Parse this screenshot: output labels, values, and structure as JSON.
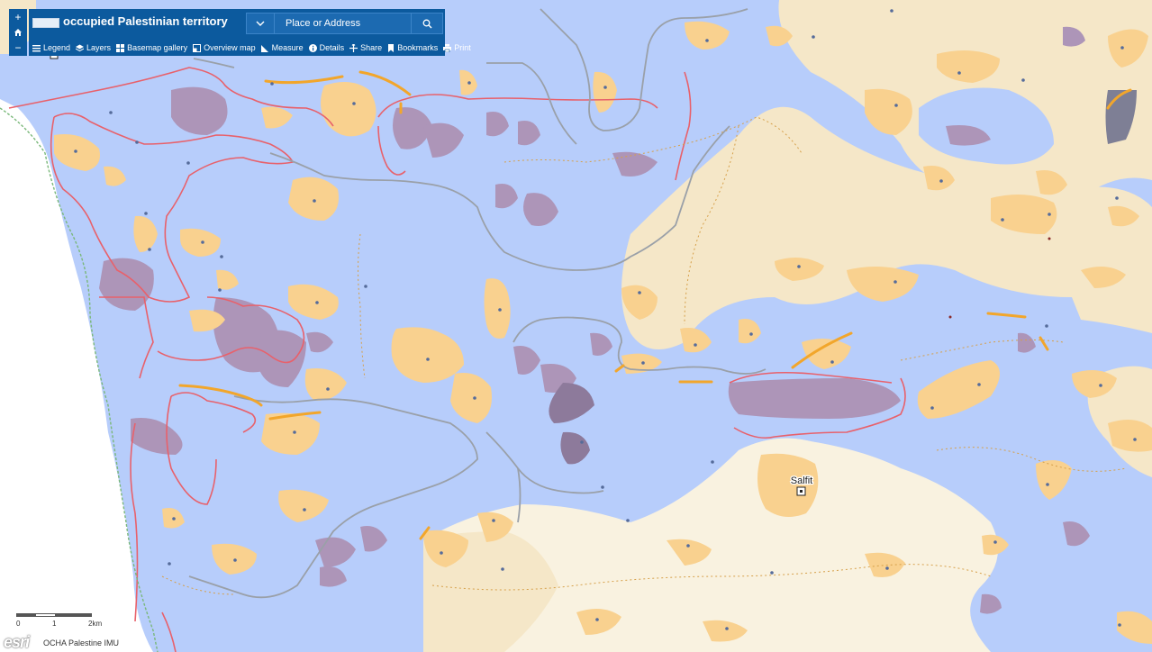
{
  "app": {
    "title": "occupied Palestinian territory",
    "logo": "ocha-logo-bar"
  },
  "search": {
    "placeholder": "Place or Address",
    "source_icon": "chevron-down-icon",
    "button_icon": "search-icon"
  },
  "toolbar": [
    {
      "label": "Legend",
      "icon": "list-icon"
    },
    {
      "label": "Layers",
      "icon": "layers-icon"
    },
    {
      "label": "Basemap gallery",
      "icon": "grid-icon"
    },
    {
      "label": "Overview map",
      "icon": "overview-icon"
    },
    {
      "label": "Measure",
      "icon": "ruler-icon"
    },
    {
      "label": "Details",
      "icon": "info-icon"
    },
    {
      "label": "Share",
      "icon": "share-icon"
    },
    {
      "label": "Bookmarks",
      "icon": "bookmark-icon"
    },
    {
      "label": "Print",
      "icon": "print-icon"
    }
  ],
  "zoom": {
    "in": "+",
    "home": "home-icon",
    "out": "−"
  },
  "map": {
    "place_labels": [
      {
        "name": "Salfit"
      }
    ],
    "colors": {
      "area_c": "#b7cdfb",
      "area_ab": "#f5e7c8",
      "pale": "#f9f2e0",
      "settlement": "#ad95b8",
      "built": "#f9d18f",
      "barrier": "#e8616b",
      "route": "#a0a0a0",
      "road": "#f2a62b",
      "green_line": "#7ab87a"
    }
  },
  "scale": {
    "labels": [
      "0",
      "1",
      "2km"
    ]
  },
  "attribution": {
    "logo": "esri",
    "text": "OCHA Palestine IMU"
  }
}
